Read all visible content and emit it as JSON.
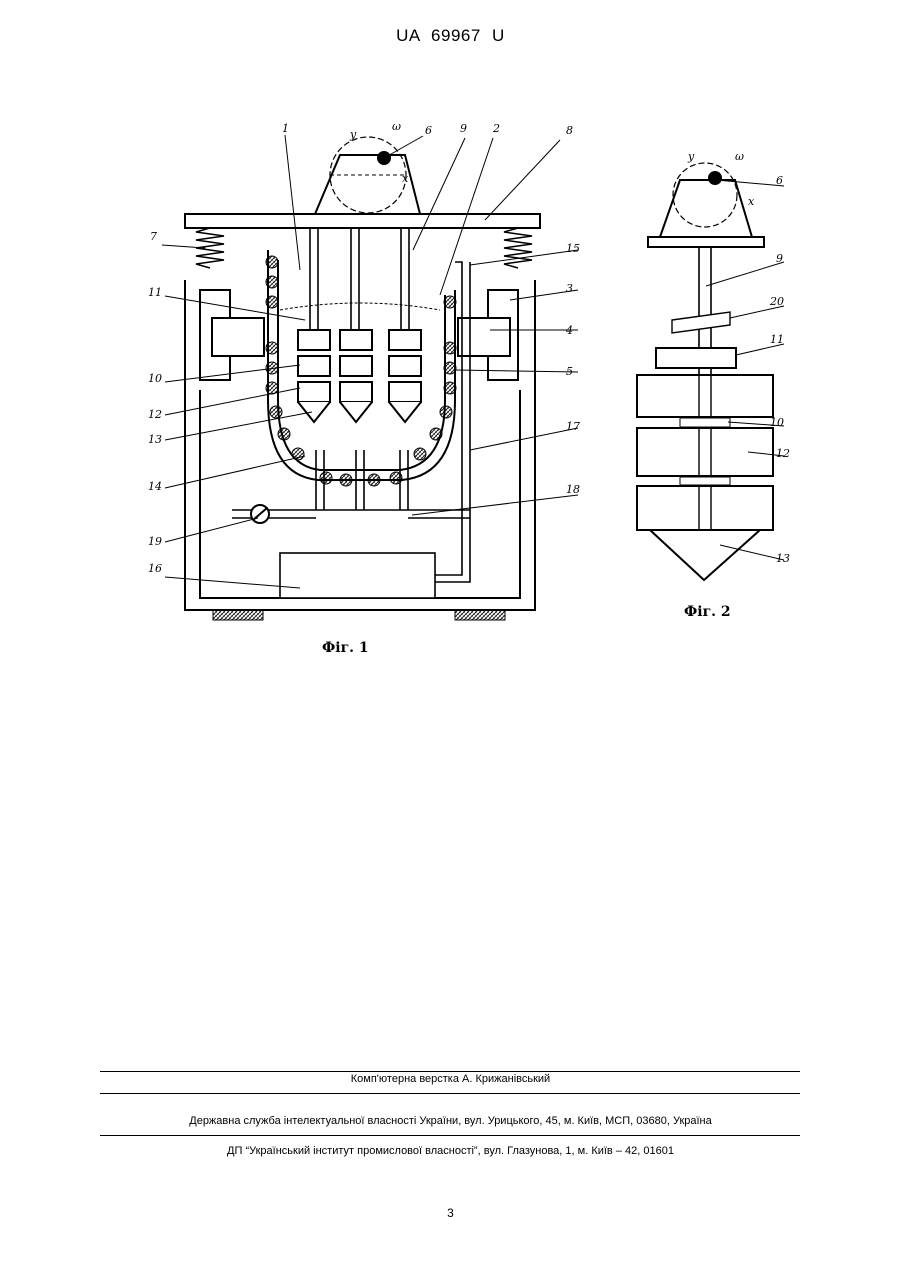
{
  "header": {
    "doc_id": "UA   69967   U"
  },
  "figures": {
    "fig1": {
      "caption": "Фіг. 1",
      "labels": [
        "1",
        "9",
        "2",
        "8",
        "6",
        "7",
        "15",
        "11",
        "3",
        "4",
        "10",
        "5",
        "12",
        "13",
        "17",
        "14",
        "18",
        "19",
        "16"
      ],
      "axis_x": "x",
      "axis_y": "y",
      "omega": "ω"
    },
    "fig2": {
      "caption": "Фіг. 2",
      "labels": [
        "6",
        "9",
        "20",
        "11",
        "10",
        "12",
        "13"
      ],
      "axis_x": "x",
      "axis_y": "y",
      "omega": "ω"
    }
  },
  "footer": {
    "layout": "Комп'ютерна верстка А. Крижанівський",
    "office": "Державна служба інтелектуальної власності України, вул. Урицького, 45, м. Київ, МСП, 03680, Україна",
    "institute": "ДП “Український інститут промислової власності”, вул. Глазунова, 1, м. Київ – 42, 01601"
  },
  "page_number": "3"
}
